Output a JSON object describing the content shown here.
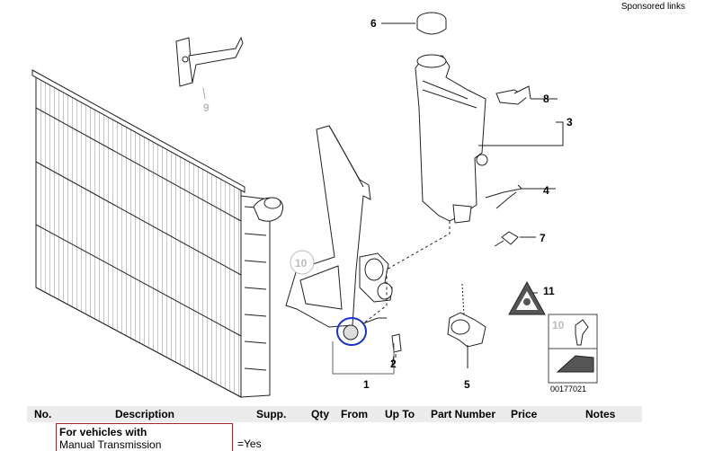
{
  "sponsored": "Sponsored links",
  "callouts": {
    "c1": "1",
    "c2": "2",
    "c3": "3",
    "c4": "4",
    "c5": "5",
    "c6": "6",
    "c7": "7",
    "c8": "8",
    "c9": "9",
    "c10": "10",
    "c11": "11",
    "c10b": "10"
  },
  "figure_code": "00177021",
  "table": {
    "headers": {
      "no": "No.",
      "description": "Description",
      "supp": "Supp.",
      "qty": "Qty",
      "from": "From",
      "upto": "Up To",
      "part": "Part Number",
      "price": "Price",
      "notes": "Notes"
    },
    "note_line1": "For vehicles with",
    "note_line2": "Manual Transmission",
    "supp_value": "=Yes"
  }
}
